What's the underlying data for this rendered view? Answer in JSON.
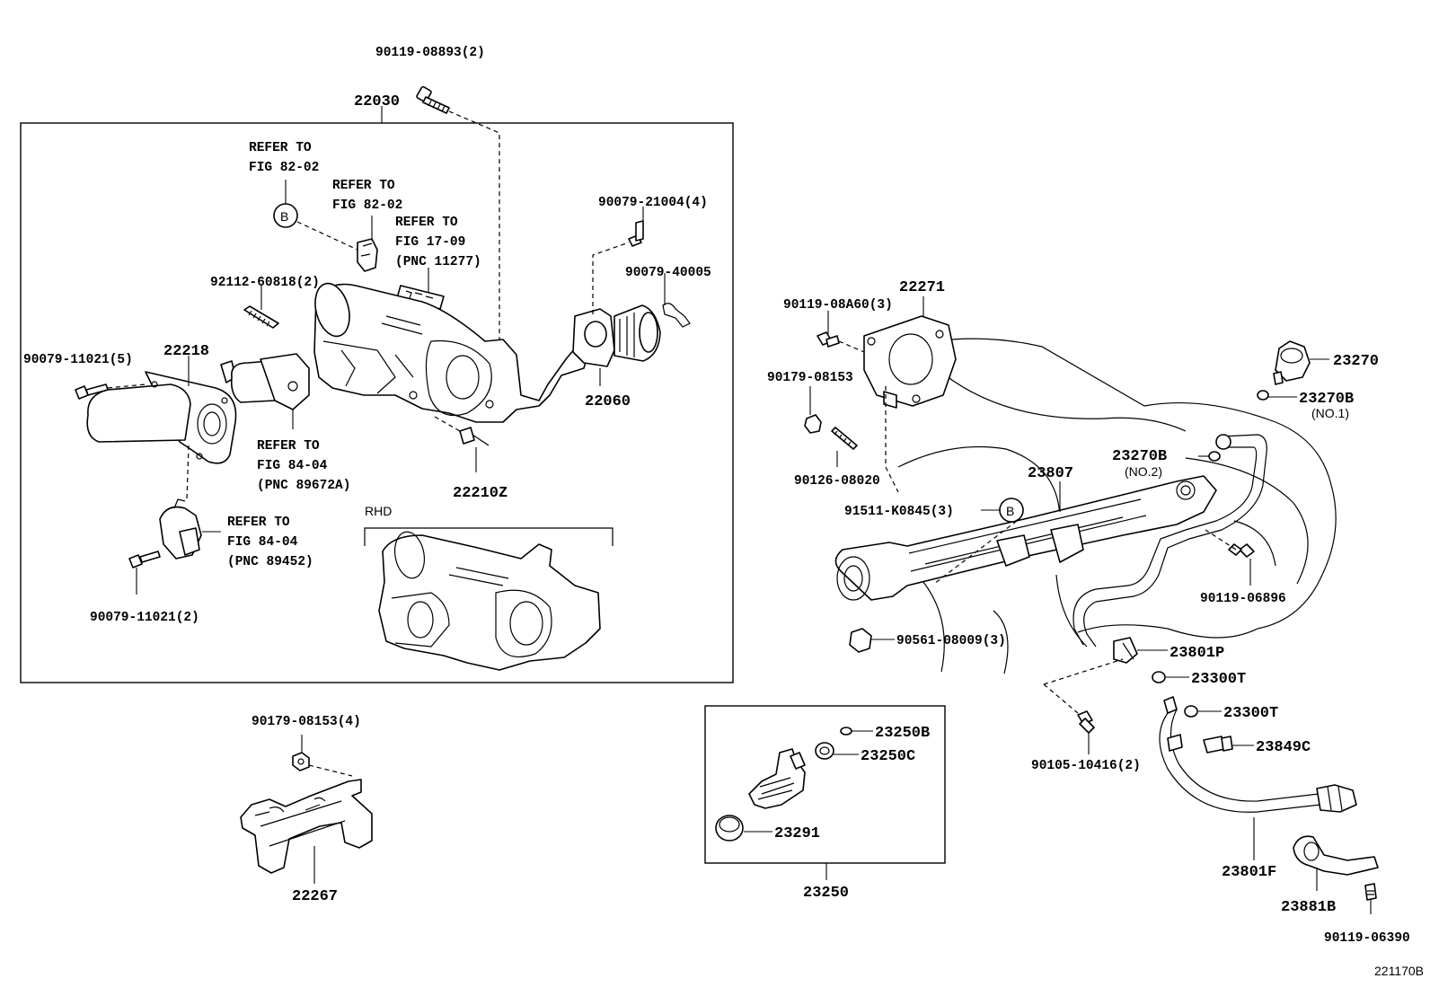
{
  "diagram_id": "221170B",
  "callouts": {
    "bolt_top": "90119-08893(2)",
    "throttle_body_assy": "22030",
    "refer_b_1": "REFER TO",
    "refer_b_2": "FIG 82-02",
    "refer_clip_1": "REFER TO",
    "refer_clip_2": "FIG 82-02",
    "refer_label_1": "REFER TO",
    "refer_label_2": "FIG 17-09",
    "refer_label_3": "(PNC 11277)",
    "screw_4": "90079-21004(4)",
    "stud": "92112-60818(2)",
    "spring": "90079-40005",
    "screw_5": "90079-11021(5)",
    "elbow": "22218",
    "idle_valve": "22060",
    "refer_sensor_1": "REFER TO",
    "refer_sensor_2": "FIG 84-04",
    "refer_sensor_3": "(PNC 89672A)",
    "sensor_small": "22210Z",
    "rhd": "RHD",
    "refer_tps_1": "REFER TO",
    "refer_tps_2": "FIG 84-04",
    "refer_tps_3": "(PNC 89452)",
    "screw_2": "90079-11021(2)",
    "nut_4": "90179-08153(4)",
    "bracket": "22267",
    "gasket_plate": "22271",
    "bolt_a60": "90119-08A60(3)",
    "nut_plain": "90179-08153",
    "stud_2": "90126-08020",
    "delivery_pipe": "23807",
    "bolt_b": "91511-K0845(3)",
    "damper": "23270",
    "gasket_b1": "23270B",
    "no1": "(NO.1)",
    "gasket_b2": "23270B",
    "no2": "(NO.2)",
    "bolt_06896": "90119-06896",
    "insulator": "90561-08009(3)",
    "clip_p": "23801P",
    "gasket_t1": "23300T",
    "gasket_t2": "23300T",
    "union_bolt": "23849C",
    "bolt_10416": "90105-10416(2)",
    "oring_b": "23250B",
    "oring_c": "23250C",
    "insulator_cap": "23291",
    "injector_set": "23250",
    "fuel_hose": "23801F",
    "hose_clamp": "23881B",
    "bolt_06390": "90119-06390"
  }
}
